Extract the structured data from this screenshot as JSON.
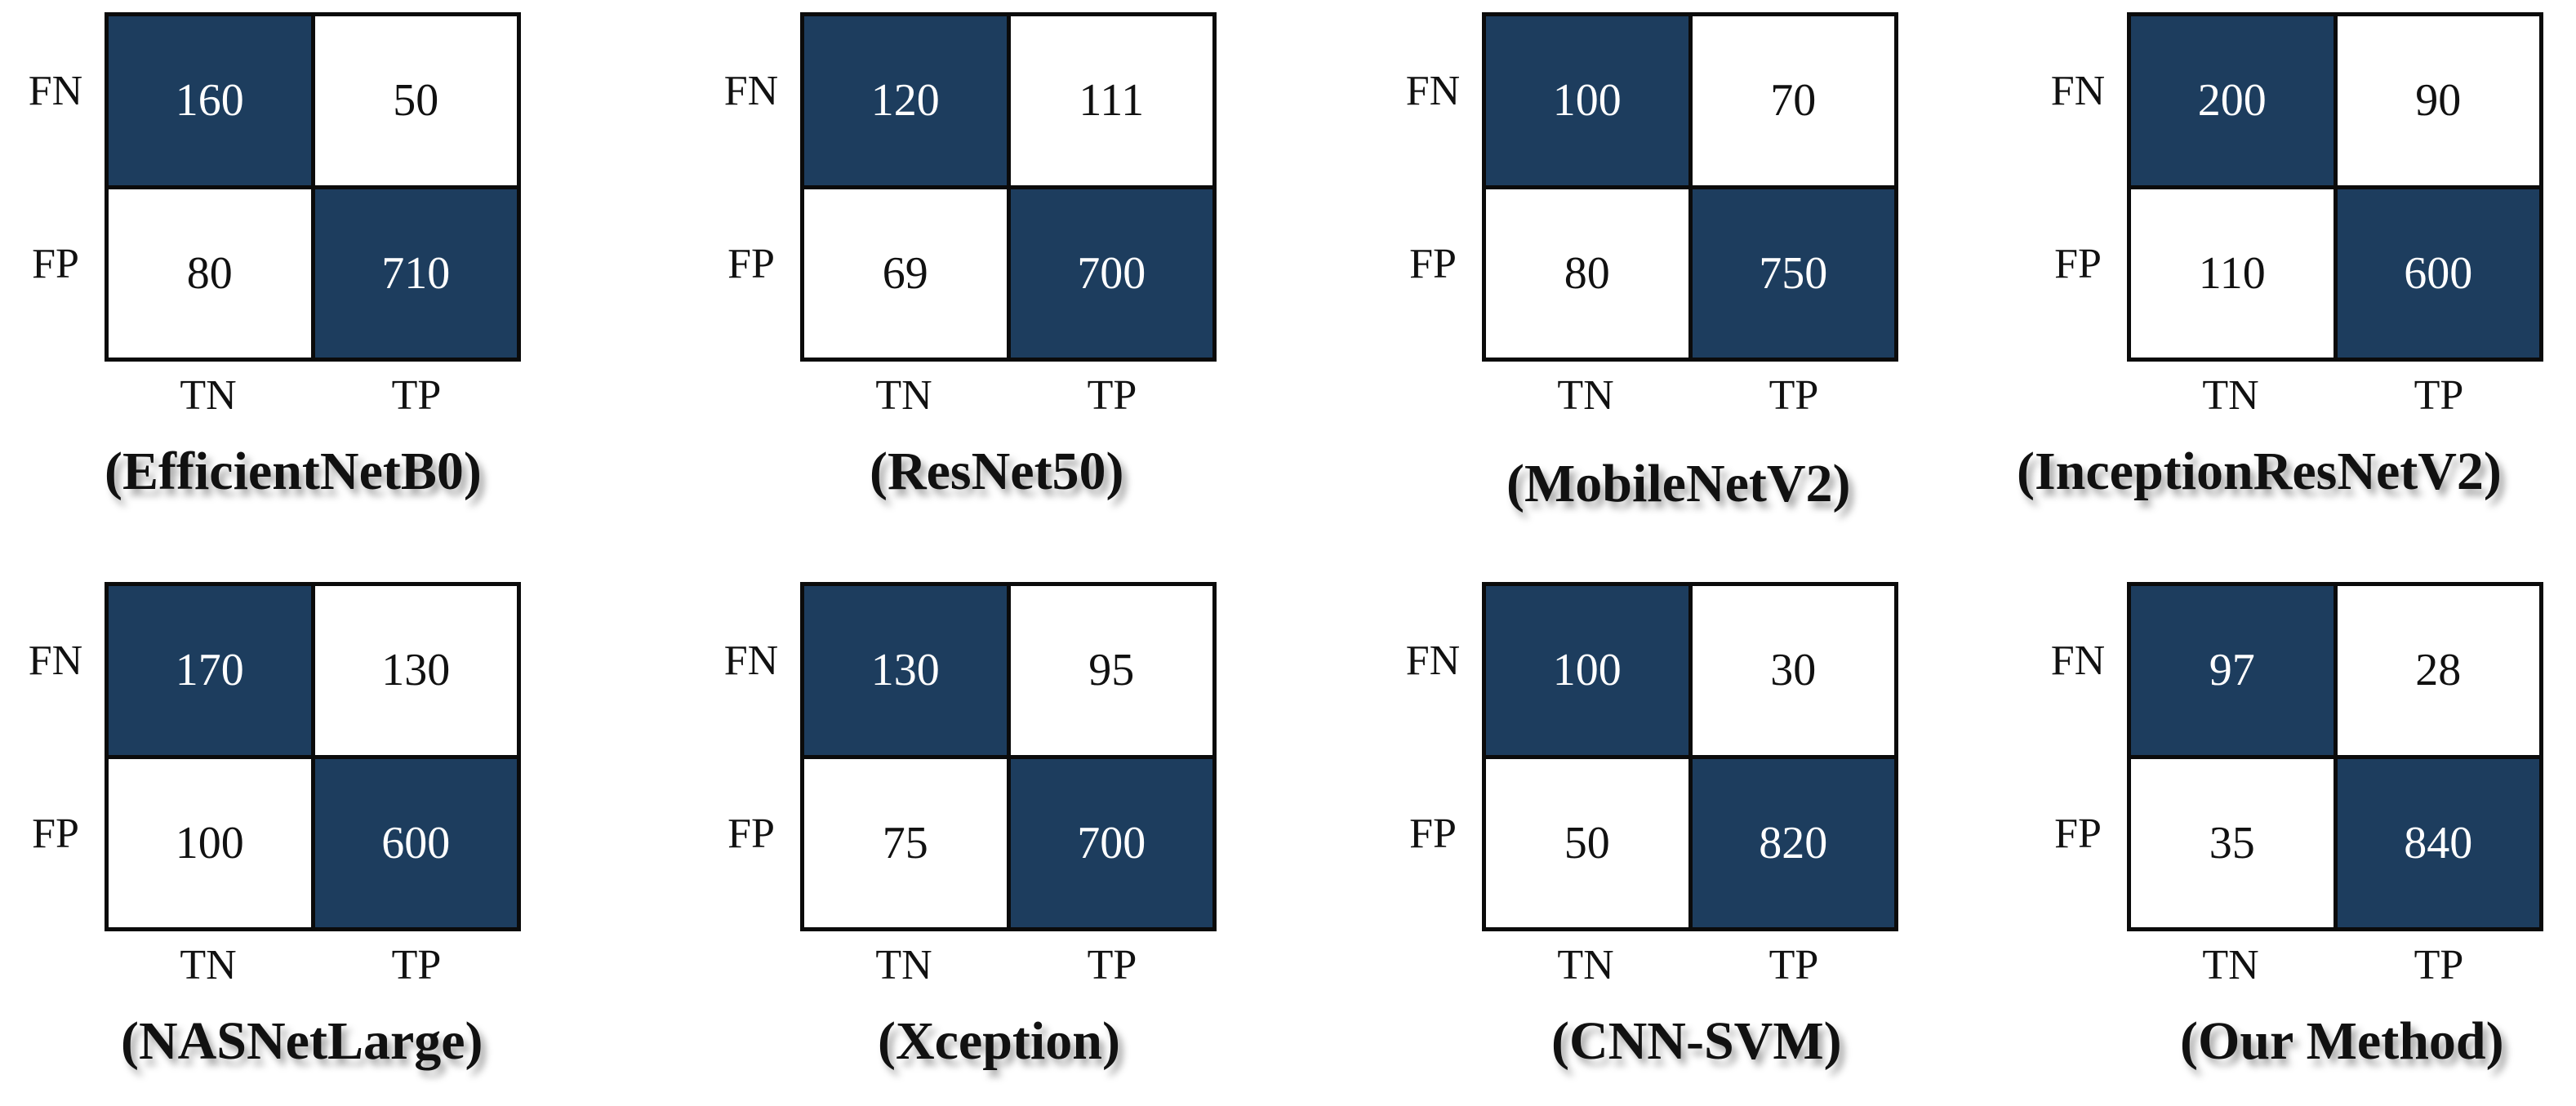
{
  "colors": {
    "dark_cell": "#1d3d5e",
    "light_cell": "#ffffff",
    "border": "#0b0b0b"
  },
  "chart_data": [
    {
      "type": "heatmap",
      "title": "(EfficientNetB0)",
      "row_labels": [
        "FN",
        "FP"
      ],
      "col_labels": [
        "TN",
        "TP"
      ],
      "values": [
        [
          160,
          50
        ],
        [
          80,
          710
        ]
      ]
    },
    {
      "type": "heatmap",
      "title": "(ResNet50)",
      "row_labels": [
        "FN",
        "FP"
      ],
      "col_labels": [
        "TN",
        "TP"
      ],
      "values": [
        [
          120,
          111
        ],
        [
          69,
          700
        ]
      ]
    },
    {
      "type": "heatmap",
      "title": "(MobileNetV2)",
      "row_labels": [
        "FN",
        "FP"
      ],
      "col_labels": [
        "TN",
        "TP"
      ],
      "values": [
        [
          100,
          70
        ],
        [
          80,
          750
        ]
      ]
    },
    {
      "type": "heatmap",
      "title": "(InceptionResNetV2)",
      "row_labels": [
        "FN",
        "FP"
      ],
      "col_labels": [
        "TN",
        "TP"
      ],
      "values": [
        [
          200,
          90
        ],
        [
          110,
          600
        ]
      ]
    },
    {
      "type": "heatmap",
      "title": "(NASNetLarge)",
      "row_labels": [
        "FN",
        "FP"
      ],
      "col_labels": [
        "TN",
        "TP"
      ],
      "values": [
        [
          170,
          130
        ],
        [
          100,
          600
        ]
      ]
    },
    {
      "type": "heatmap",
      "title": "(Xception)",
      "row_labels": [
        "FN",
        "FP"
      ],
      "col_labels": [
        "TN",
        "TP"
      ],
      "values": [
        [
          130,
          95
        ],
        [
          75,
          700
        ]
      ]
    },
    {
      "type": "heatmap",
      "title": "(CNN-SVM)",
      "row_labels": [
        "FN",
        "FP"
      ],
      "col_labels": [
        "TN",
        "TP"
      ],
      "values": [
        [
          100,
          30
        ],
        [
          50,
          820
        ]
      ]
    },
    {
      "type": "heatmap",
      "title": "(Our Method)",
      "row_labels": [
        "FN",
        "FP"
      ],
      "col_labels": [
        "TN",
        "TP"
      ],
      "values": [
        [
          97,
          28
        ],
        [
          35,
          840
        ]
      ]
    }
  ]
}
